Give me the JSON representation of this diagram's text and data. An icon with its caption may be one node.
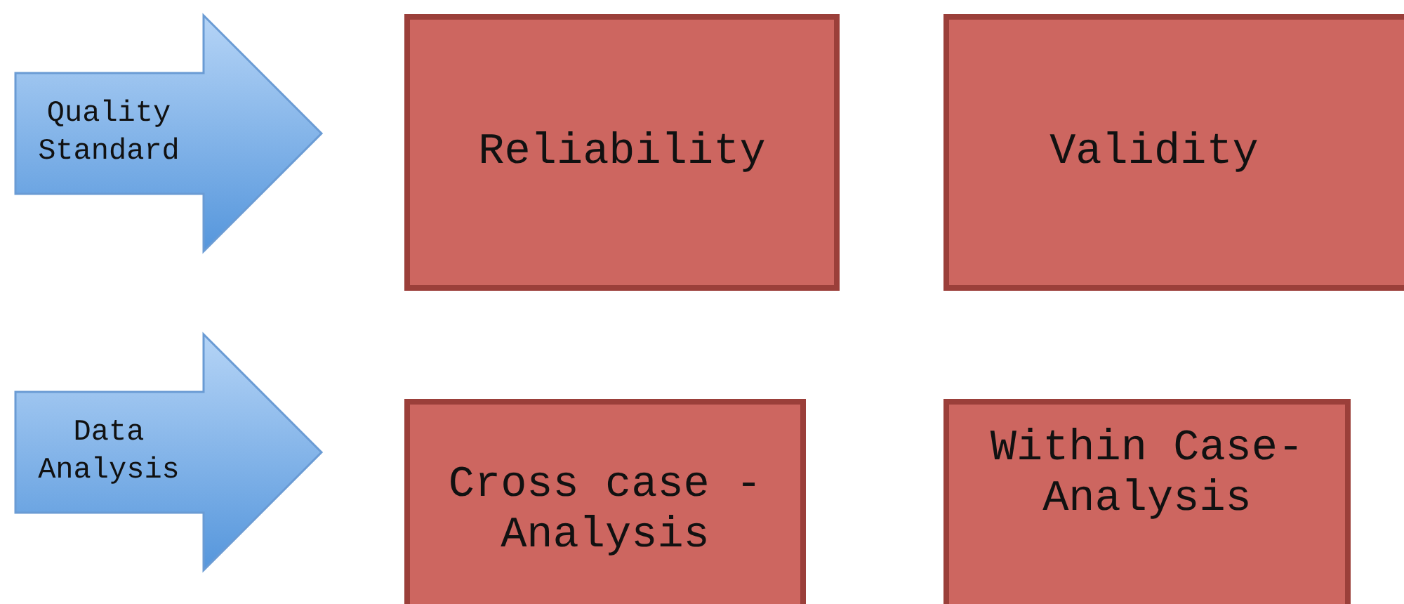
{
  "diagram": {
    "nodes": [
      {
        "text": [
          "Quality Standard"
        ]
      },
      {
        "text": [
          "Reliability"
        ]
      },
      {
        "text": [
          "Validity"
        ]
      },
      {
        "text": [
          "Data Analysis"
        ]
      },
      {
        "text": [
          "Cross case - Analysis"
        ]
      },
      {
        "text": [
          "Within Case- Analysis"
        ]
      }
    ]
  }
}
